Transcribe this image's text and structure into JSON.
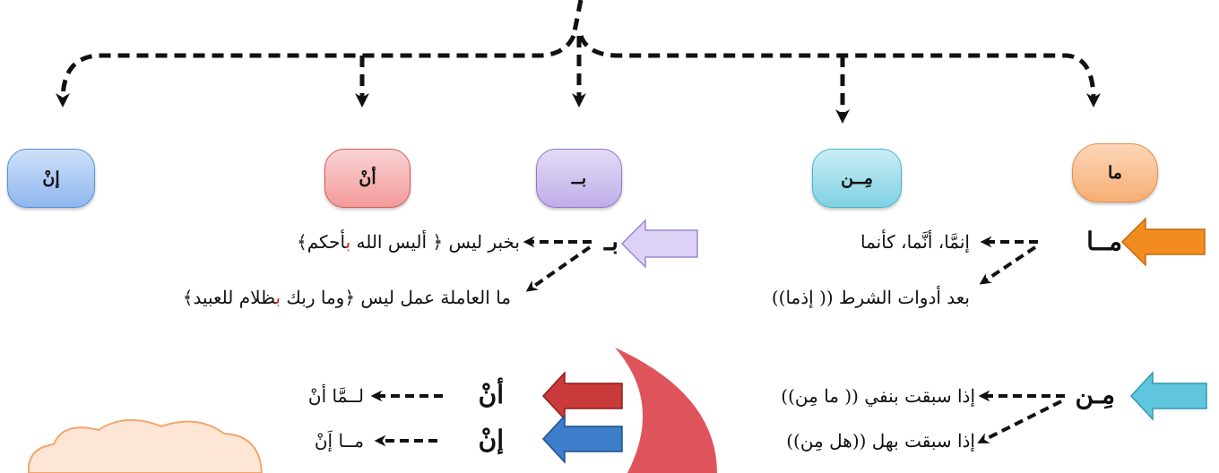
{
  "nodes": {
    "ma": "ما",
    "min": "مِــن",
    "ba": "بــ",
    "an": "أنْ",
    "in": "إنْ"
  },
  "ma_section": {
    "label": "مــا",
    "line1": "إنمَّا، أنَّما، كأنما",
    "line2": "بعد أدوات الشرط (( إذما))"
  },
  "ba_section": {
    "label": "بـ",
    "line1_pre": "بخبر ليس ﴿ أليس الله ",
    "line1_red": "ب",
    "line1_post": "أحكم﴾",
    "line2_pre": "ما العاملة عمل ليس ﴿وما ربك ",
    "line2_red": "ب",
    "line2_post": "ظلام للعبيد﴾"
  },
  "min_section": {
    "label": "مِـن",
    "line1": "إذا سبقت بنفي (( ما مِن))",
    "line2": "إذا سبقت بهل ((هل مِن))"
  },
  "an_section": {
    "label": "أنْ",
    "text": "لــمَّا أنْ"
  },
  "in_section": {
    "label": "إنْ",
    "text": "مــا إَنْ"
  },
  "colors": {
    "arrow_dark": "#111111",
    "orange": "#f28c1e",
    "lavender": "#c9b8ee",
    "red": "#c62828",
    "blue": "#2f6fc0",
    "cyan": "#4fc3dc",
    "accent_red_text": "#d11a1a"
  }
}
